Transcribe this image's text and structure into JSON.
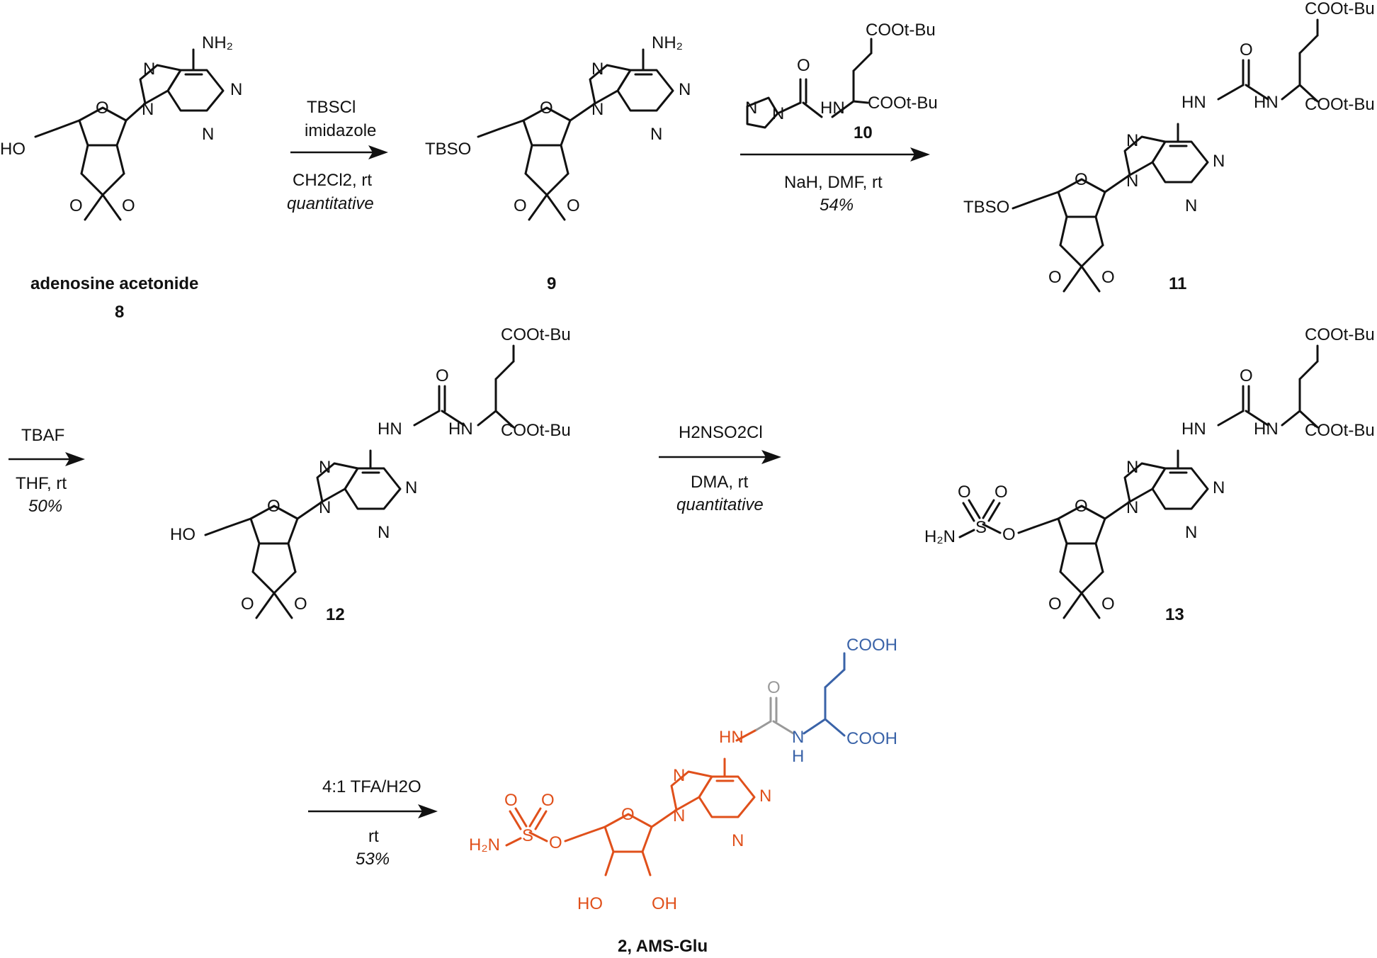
{
  "compounds": {
    "c8": {
      "name": "adenosine acetonide",
      "number": "8"
    },
    "c9": {
      "number": "9"
    },
    "c10": {
      "number": "10"
    },
    "c11": {
      "number": "11"
    },
    "c12": {
      "number": "12"
    },
    "c13": {
      "number": "13"
    },
    "c2": {
      "label": "2, AMS-Glu"
    }
  },
  "steps": [
    {
      "reagent": "TBSCl",
      "reagent2": "imidazole",
      "conditions": "CH2Cl2, rt",
      "yield": "quantitative"
    },
    {
      "conditions": "NaH, DMF, rt",
      "yield": "54%"
    },
    {
      "reagent": "TBAF",
      "conditions": "THF, rt",
      "yield": "50%"
    },
    {
      "reagent": "H2NSO2Cl",
      "conditions": "DMA, rt",
      "yield": "quantitative"
    },
    {
      "reagent": "4:1 TFA/H2O",
      "conditions": "rt",
      "yield": "53%"
    }
  ],
  "atoms": {
    "NH2": "NH₂",
    "N": "N",
    "O": "O",
    "HO": "HO",
    "OH": "OH",
    "TBSO": "TBSO",
    "HN": "HN",
    "NH": "N",
    "H": "H",
    "S": "S",
    "H2N": "H₂N",
    "COOtBu": "COOt-Bu",
    "COOH": "COOH"
  },
  "colors": {
    "adenosine": "#e0501b",
    "urea": "#999999",
    "glutamate": "#3a63a8",
    "ink": "#111111"
  }
}
